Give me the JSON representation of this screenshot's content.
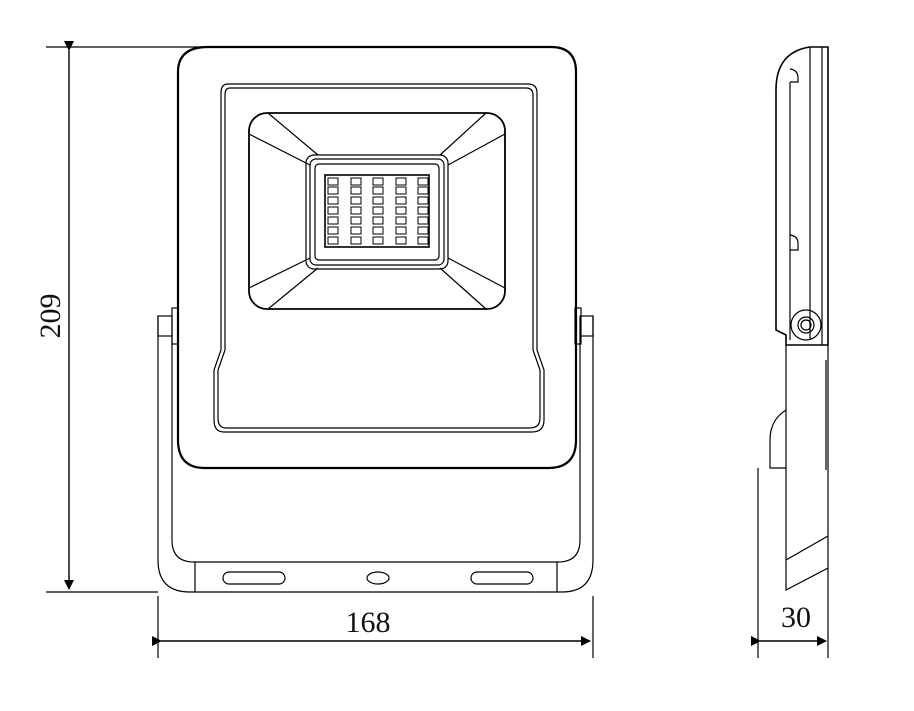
{
  "drawing": {
    "subject": "LED floodlight technical drawing",
    "views": [
      "front-view",
      "side-view"
    ],
    "line_color": "#000000",
    "background": "#ffffff"
  },
  "dimensions": {
    "height": {
      "value": "209",
      "orientation": "vertical"
    },
    "width": {
      "value": "168",
      "orientation": "horizontal"
    },
    "depth": {
      "value": "30",
      "orientation": "horizontal"
    }
  },
  "led_array": {
    "columns": 5,
    "rows": 7
  }
}
